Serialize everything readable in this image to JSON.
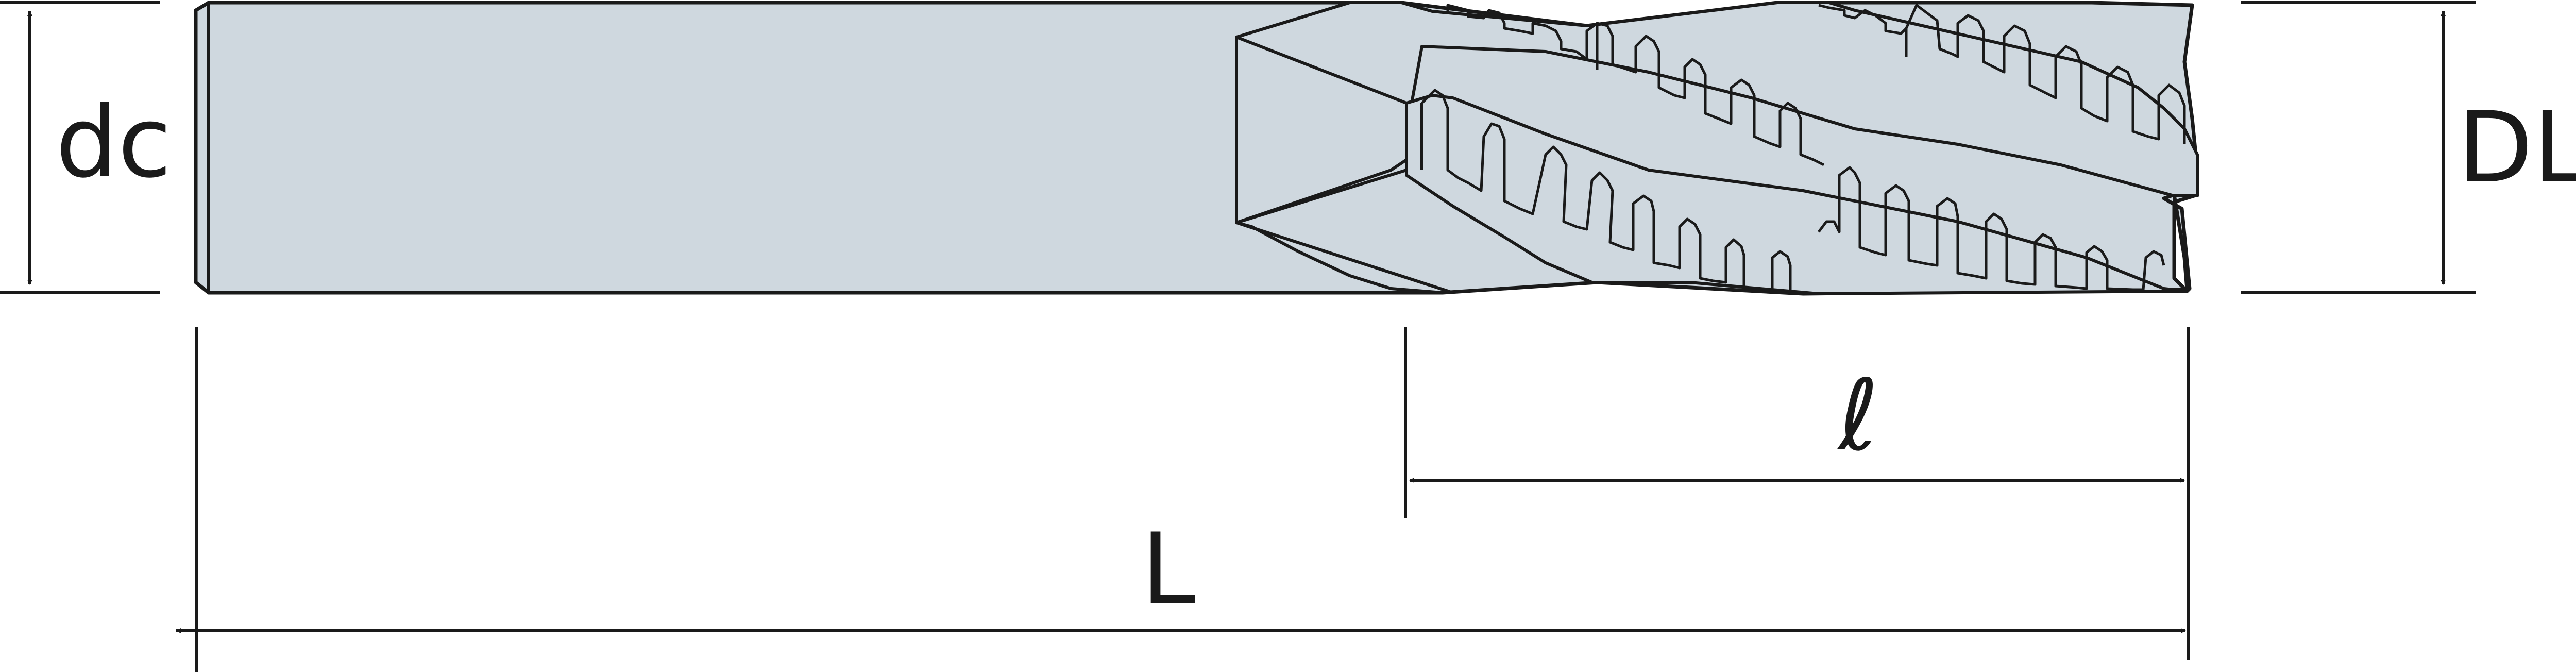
{
  "labels": {
    "dc": "dc",
    "DL": "DL",
    "ell": "ℓ",
    "L": "L"
  },
  "colors": {
    "tool_fill": "#cfd8df",
    "stroke": "#1a1a1a",
    "background": "#ffffff"
  }
}
